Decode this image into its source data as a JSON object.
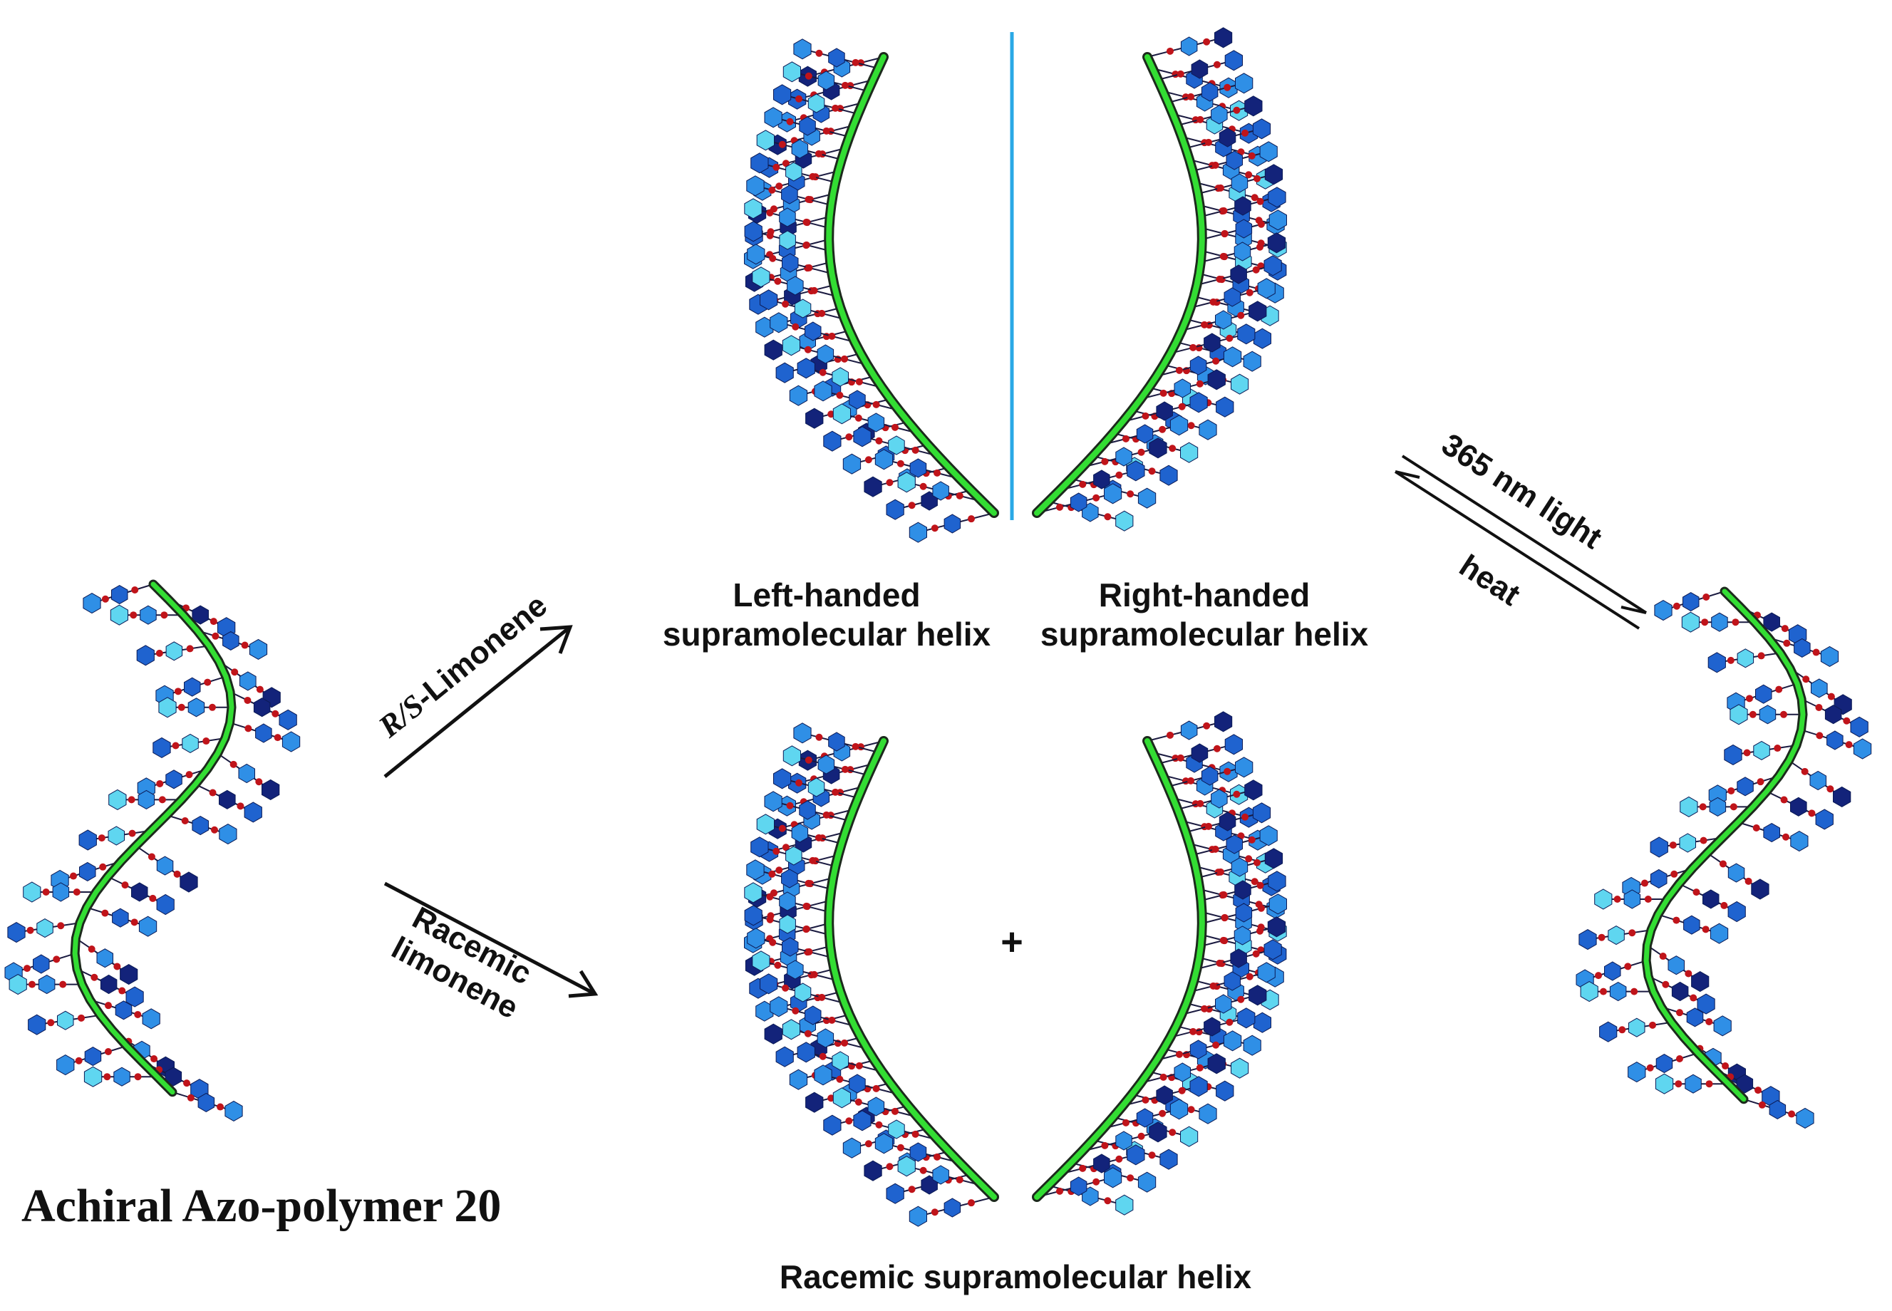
{
  "labels": {
    "achiral": "Achiral Azo-polymer 20",
    "left_helix_line1": "Left-handed",
    "left_helix_line2": "supramolecular helix",
    "right_helix_line1": "Right-handed",
    "right_helix_line2": "supramolecular helix",
    "racemic_helix": "Racemic supramolecular helix",
    "rs_limonene_prefix": "R/S",
    "rs_limonene_suffix": "-Limonene",
    "racemic_limonene_line1": "Racemic",
    "racemic_limonene_line2": "limonene",
    "light": "365 nm light",
    "heat": "heat",
    "plus": "+"
  },
  "colors": {
    "backbone_green": "#33dd33",
    "backbone_dark": "#1c2a1c",
    "mesogen_light": "#2f8fe6",
    "mesogen_mid": "#1f63cf",
    "mesogen_dark": "#13237a",
    "mesogen_cyan": "#5fd6f0",
    "linker_red": "#c0141a",
    "mirror_line": "#2aa8e6",
    "arrow": "#111111"
  }
}
